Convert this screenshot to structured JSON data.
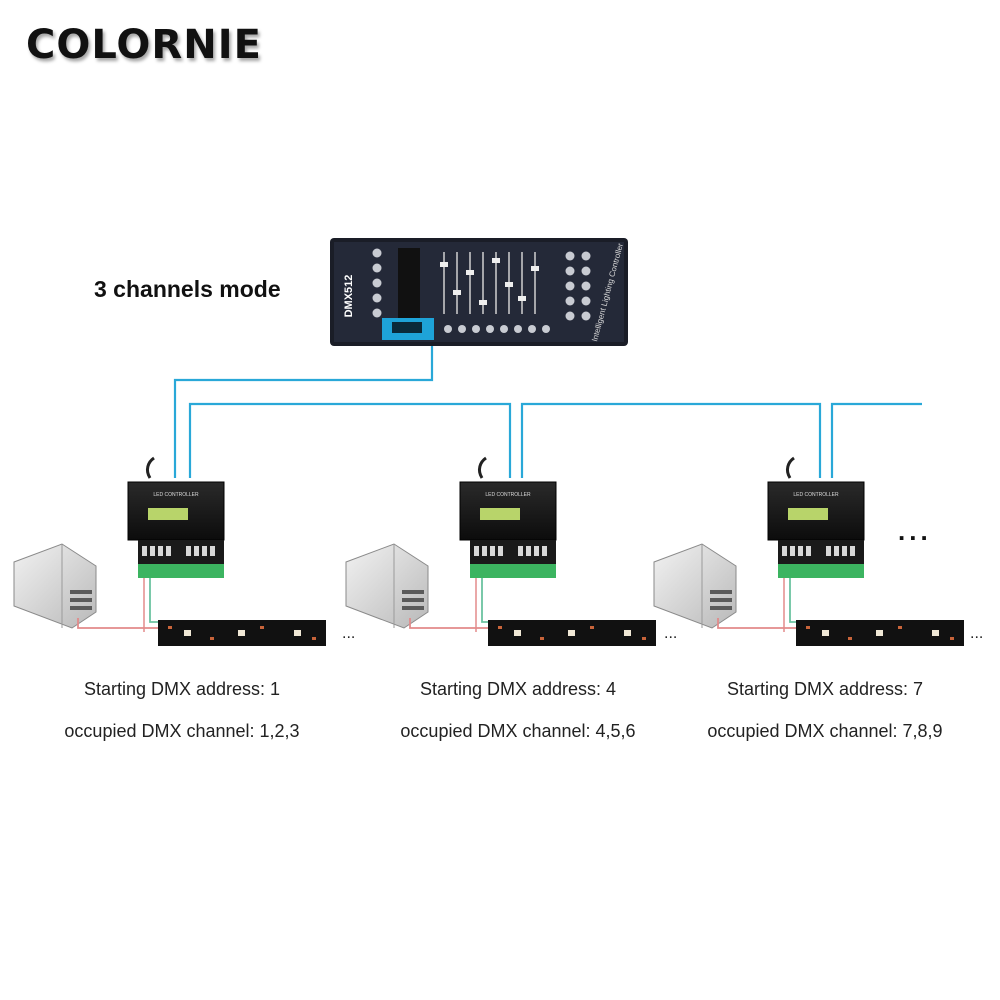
{
  "brand": {
    "name": "COLORNIE"
  },
  "diagram": {
    "mode_label": "3 channels mode",
    "console": {
      "model_label": "DMX512",
      "side_label": "Intelligent Lighting Controller"
    },
    "units": [
      {
        "controller_label": "LED CONTROLLER",
        "start_address": "Starting DMX address: 1",
        "channels": "occupied DMX channel: 1,2,3"
      },
      {
        "controller_label": "LED CONTROLLER",
        "start_address": "Starting DMX address: 4",
        "channels": "occupied DMX channel: 4,5,6"
      },
      {
        "controller_label": "LED CONTROLLER",
        "start_address": "Starting DMX address: 7",
        "channels": "occupied DMX channel: 7,8,9"
      }
    ],
    "strip_continuation": "...",
    "chain_continuation": "...",
    "colors": {
      "dmx_cable": "#29a8d8",
      "power_wire": "#e28a8a",
      "data_wire": "#6cc3a0",
      "terminal_green": "#3cb460"
    }
  }
}
